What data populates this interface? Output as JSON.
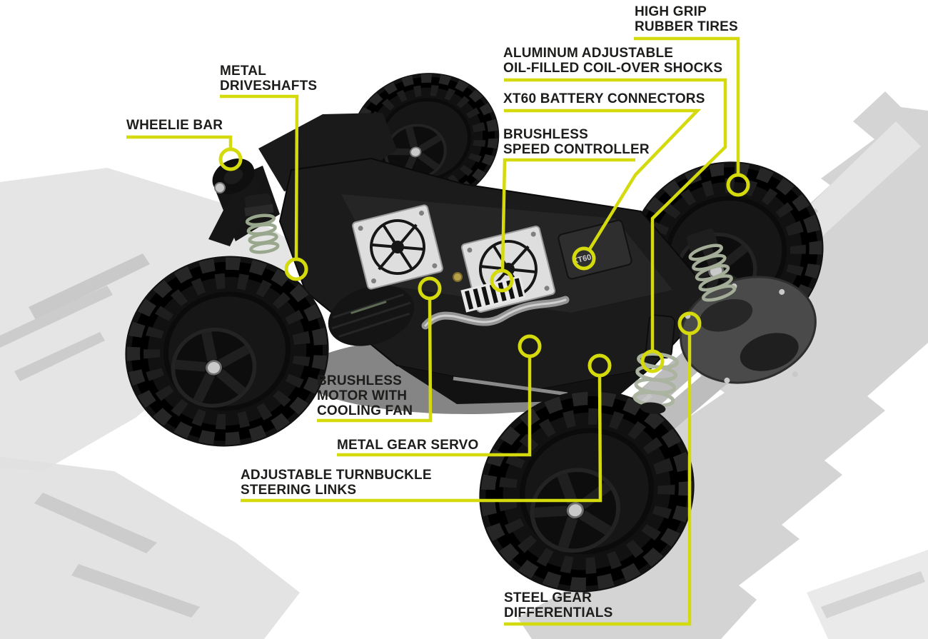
{
  "diagram_title": "RC monster truck feature diagram",
  "accent_color": "#d4da0c",
  "label_color": "#1d1d1b",
  "background_brush_color": "#d4d4d4",
  "callouts": [
    {
      "id": "high-grip-rubber-tires",
      "text": "HIGH GRIP\nRUBBER TIRES"
    },
    {
      "id": "aluminum-coil-over-shocks",
      "text": "ALUMINUM ADJUSTABLE\nOIL-FILLED COIL-OVER SHOCKS"
    },
    {
      "id": "xt60-battery-connectors",
      "text": "XT60 BATTERY CONNECTORS"
    },
    {
      "id": "brushless-speed-controller",
      "text": "BRUSHLESS\nSPEED CONTROLLER"
    },
    {
      "id": "metal-driveshafts",
      "text": "METAL\nDRIVESHAFTS"
    },
    {
      "id": "wheelie-bar",
      "text": "WHEELIE BAR"
    },
    {
      "id": "brushless-motor-cooling-fan",
      "text": "BRUSHLESS\nMOTOR WITH\nCOOLING FAN"
    },
    {
      "id": "metal-gear-servo",
      "text": "METAL GEAR SERVO"
    },
    {
      "id": "turnbuckle-steering-links",
      "text": "ADJUSTABLE TURNBUCKLE\nSTEERING LINKS"
    },
    {
      "id": "steel-gear-differentials",
      "text": "STEEL GEAR\nDIFFERENTIALS"
    }
  ]
}
